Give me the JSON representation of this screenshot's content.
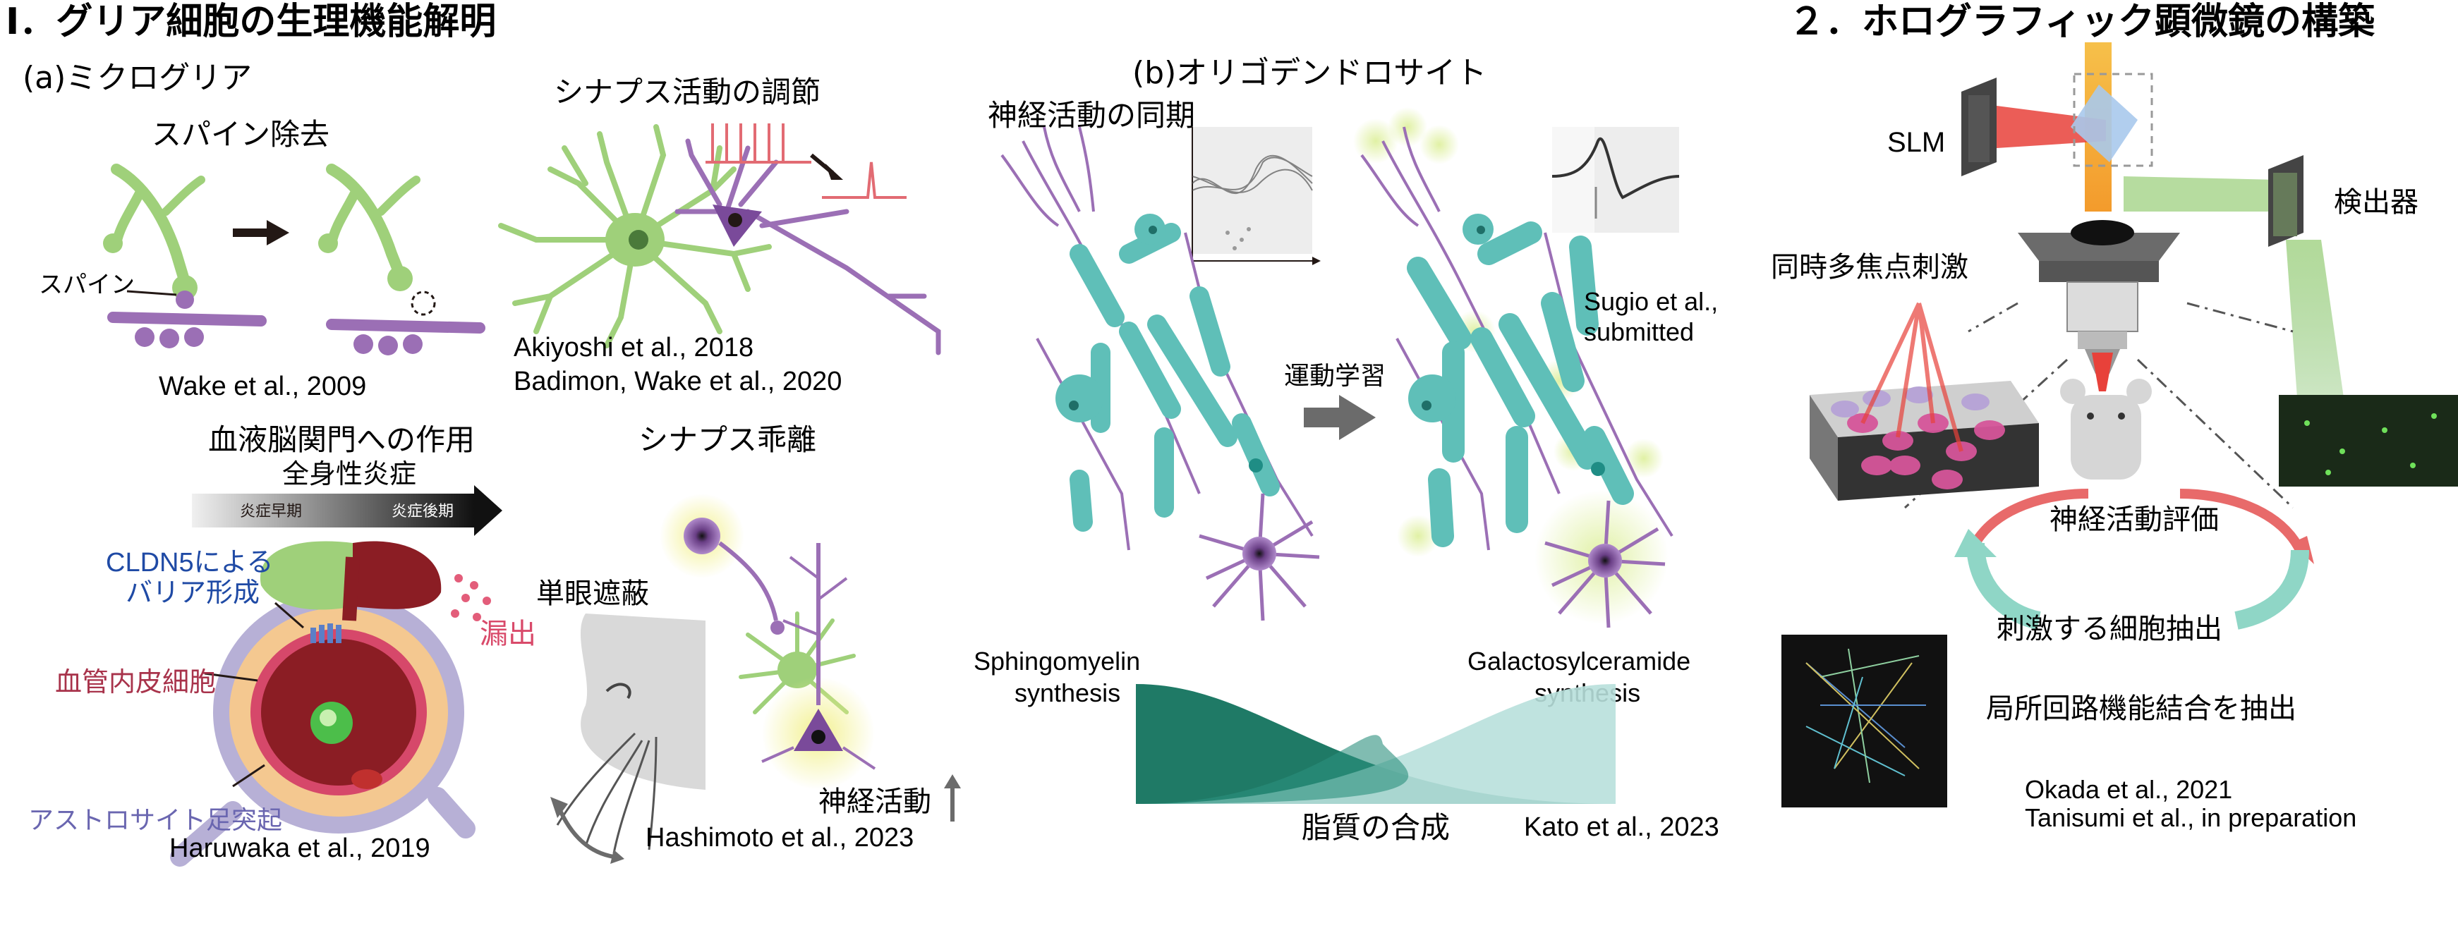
{
  "section1": {
    "title": "Ⅰ．グリア細胞の生理機能解明",
    "panel_a": {
      "label": "(a)ミクログリア",
      "spine_removal": {
        "title": "スパイン除去",
        "spine_label": "スパイン",
        "citation": "Wake et al., 2009"
      },
      "synapse_regulation": {
        "title": "シナプス活動の調節",
        "citation_1": "Akiyoshi et al., 2018",
        "citation_2": "Badimon, Wake et al., 2020"
      },
      "bbb": {
        "title": "血液脳関門への作用",
        "arrow_title": "全身性炎症",
        "arrow_left": "炎症早期",
        "arrow_right": "炎症後期",
        "cldn5_line1": "CLDN5による",
        "cldn5_line2": "バリア形成",
        "leak": "漏出",
        "endothelial": "血管内皮細胞",
        "astro_endfoot": "アストロサイト足突起",
        "citation": "Haruwaka et al.,  2019"
      },
      "synapse_detach": {
        "title": "シナプス乖離",
        "monocular": "単眼遮蔽",
        "activity": "神経活動",
        "activity_arrow": "↑",
        "citation": "Hashimoto et al., 2023"
      }
    },
    "panel_b": {
      "label": "(b)オリゴデンドロサイト",
      "sync": "神経活動の同期",
      "motor_learning": "運動学習",
      "sugio_1": "Sugio et al.,",
      "sugio_2": "submitted",
      "sphingo_1": "Sphingomyelin",
      "sphingo_2": "synthesis",
      "galacto_1": "Galactosylceramide",
      "galacto_2": "synthesis",
      "lipid": "脂質の合成",
      "citation": "Kato et al., 2023"
    }
  },
  "section2": {
    "title": "２．ホログラフィック顕微鏡の構築",
    "slm": "SLM",
    "detector": "検出器",
    "multi_focus": "同時多焦点刺激",
    "evaluation": "神経活動評価",
    "extract_cells": "刺激する細胞抽出",
    "extract_circuit": "局所回路機能結合を抽出",
    "citation_1": "Okada et al., 2021",
    "citation_2": "Tanisumi et al., in preparation"
  },
  "colors": {
    "microglia_green": "#9fd07a",
    "neuron_purple": "#9b6fb5",
    "oligo_teal": "#5fbfb8",
    "lipid_dark": "#1f7a66",
    "lipid_light": "#b8e0db",
    "blood_red": "#8b1d24",
    "laser_red": "#e8413a",
    "laser_green": "#8cc47a"
  }
}
